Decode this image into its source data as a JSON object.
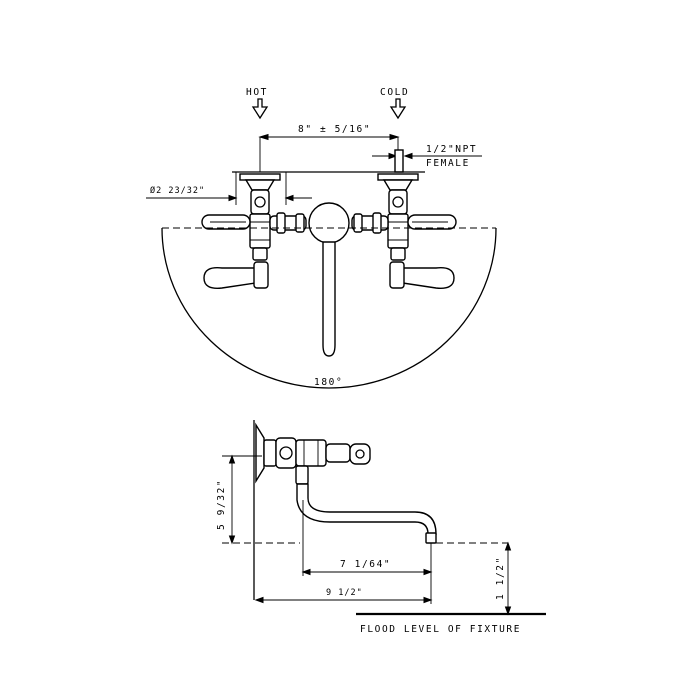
{
  "inlets": {
    "hot": "HOT",
    "cold": "COLD"
  },
  "dimensions": {
    "centers": "8\" ± 5/16\"",
    "npt_size": "1/2\"NPT",
    "npt_type": "FEMALE",
    "flange_diameter": "Ø2 23/32\"",
    "swing": "180°",
    "spout_height": "5 9/32\"",
    "spout_reach": "7 1/64\"",
    "overall_reach": "9 1/2\"",
    "air_gap": "1 1/2\""
  },
  "flood_level": "FLOOD LEVEL OF FIXTURE"
}
